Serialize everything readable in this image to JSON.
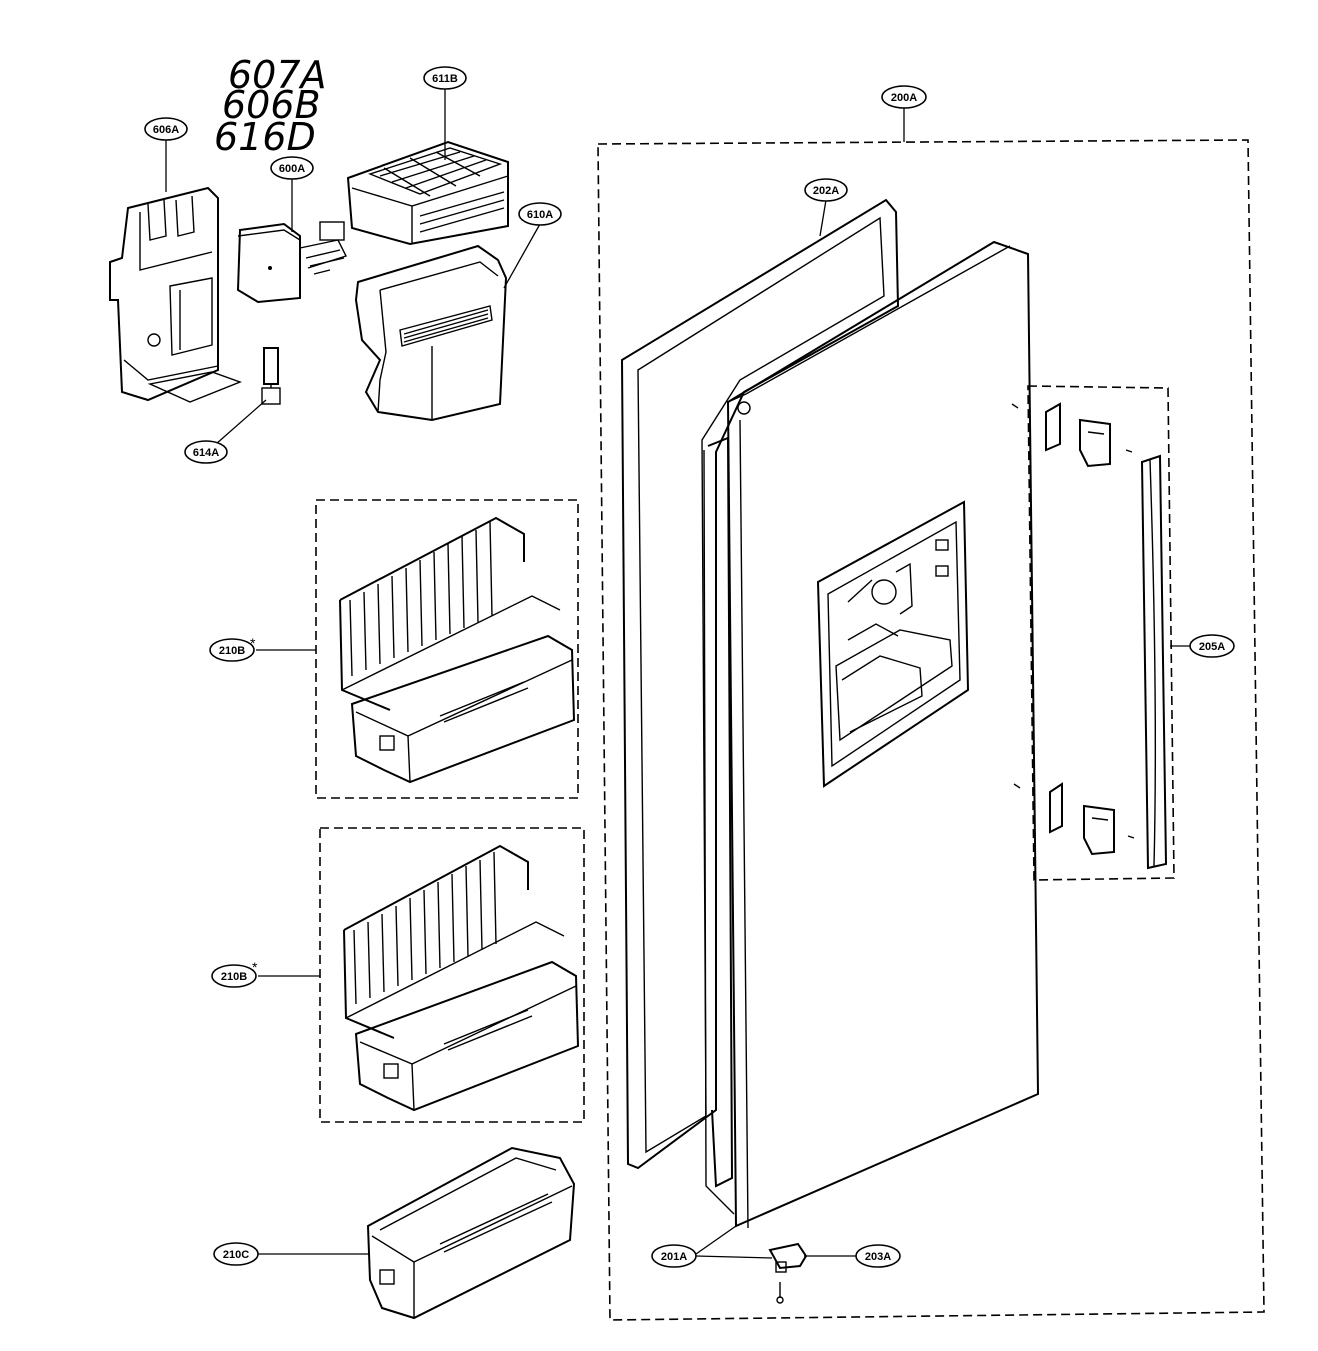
{
  "handwritten_notes": [
    "607A",
    "606B",
    "616D"
  ],
  "callouts": {
    "p606A": "606A",
    "p611B": "611B",
    "p600A": "600A",
    "p610A": "610A",
    "p614A": "614A",
    "p200A": "200A",
    "p202A": "202A",
    "p210B_1": "210B",
    "p210B_2": "210B",
    "p210C": "210C",
    "p205A": "205A",
    "p201A": "201A",
    "p203A": "203A"
  },
  "asterisk": "*"
}
